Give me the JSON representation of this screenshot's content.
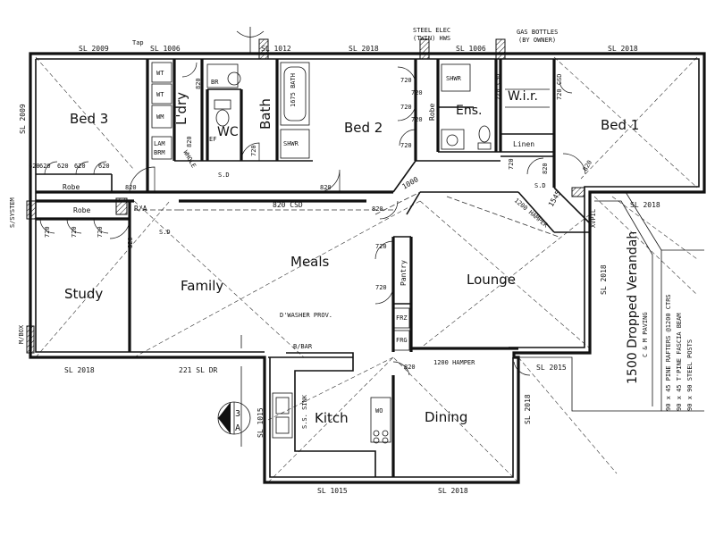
{
  "rooms": {
    "bed3": "Bed 3",
    "laundry": "L'dry",
    "bath": "Bath",
    "wc": "WC",
    "bed2": "Bed 2",
    "ens": "Ens.",
    "wir": "W.i.r.",
    "bed1": "Bed 1",
    "robe": "Robe",
    "robe_bed3": "Robe",
    "robe_study": "Robe",
    "linen": "Linen",
    "study": "Study",
    "family": "Family",
    "meals": "Meals",
    "pantry": "Pantry",
    "lounge": "Lounge",
    "kitch": "Kitch",
    "dining": "Dining",
    "verandah": "1500 Dropped Verandah"
  },
  "fixtures": {
    "wt1": "WT",
    "wt2": "WT",
    "wm": "WM",
    "lam": "LAM",
    "brm": "BRM",
    "br": "BR",
    "bath_len": "1675 BATH",
    "shwr_bath": "SHWR",
    "shwr_ens": "SHWR",
    "wo": "WO",
    "frz": "FRZ",
    "frg": "FRG",
    "ss_sink": "S.S. SINK",
    "dwasher": "D'WASHER PROV.",
    "bbar": "B/BAR",
    "whole": "WHOLE",
    "ef": "EF"
  },
  "labels": {
    "sl2009_top": "SL 2009",
    "tap": "Tap",
    "sl1006_a": "SL 1006",
    "sl1012": "SL 1012",
    "sl2018_top": "SL 2018",
    "steel_hws_1": "STEEL ELEC",
    "steel_hws_2": "(TWIN) HWS",
    "sl1006_b": "SL 1006",
    "gas_1": "GAS BOTTLES",
    "gas_2": "(BY OWNER)",
    "sl2018_b1": "SL 2018",
    "sl2009_left": "SL 2009",
    "ssystem": "S/SYSTEM",
    "mbox": "M/BOX",
    "sl2018_bl": "SL 2018",
    "sl_dr": "221 SL DR",
    "sl1015_v": "SL 1015",
    "sl1015_b": "SL 1015",
    "sl2018_bb": "SL 2018",
    "sl2015": "SL 2015",
    "sl2018_d": "SL 2018",
    "sl2018_l": "SL 2018",
    "sl2018_v": "SL 2018",
    "csd_hall": "820 CSD",
    "hamper_1": "1200 HAMPER",
    "hamper_2": "1200 HAMPER",
    "ra": "R/A",
    "xvpil": "XVPIL",
    "csd_wir_l": "720 CSD",
    "csd_wir_r": "720 CSD",
    "sd1": "S.D",
    "sd2": "S.D",
    "sd3": "S.D",
    "d1000": "1000",
    "d1545": "1545",
    "cm_paving": "C & M PAVING",
    "rafters": "90 x 45 PINE RAFTERS @1200 CTRS",
    "fascia": "90 x 45 T'PINE FASCIA BEAM",
    "posts": "90 x 90 STEEL POSTS",
    "section_num": "3",
    "section_letter": "A"
  },
  "door_widths": [
    "620",
    "620",
    "620",
    "820",
    "820",
    "820",
    "820",
    "720",
    "720",
    "720",
    "720",
    "720",
    "720",
    "720",
    "720",
    "720",
    "720",
    "620",
    "620",
    "820",
    "820",
    "820",
    "820",
    "820",
    "720",
    "720"
  ]
}
